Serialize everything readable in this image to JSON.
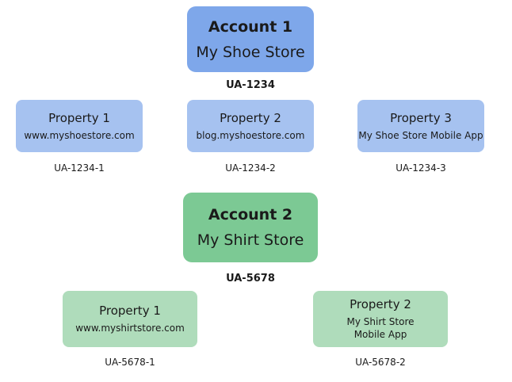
{
  "account1": {
    "title": "Account 1",
    "name": "My Shoe Store",
    "id": "UA-1234",
    "properties": [
      {
        "title": "Property 1",
        "detail": "www.myshoestore.com",
        "id": "UA-1234-1"
      },
      {
        "title": "Property 2",
        "detail": "blog.myshoestore.com",
        "id": "UA-1234-2"
      },
      {
        "title": "Property 3",
        "detail": "My Shoe Store Mobile App",
        "id": "UA-1234-3"
      }
    ]
  },
  "account2": {
    "title": "Account 2",
    "name": "My Shirt Store",
    "id": "UA-5678",
    "properties": [
      {
        "title": "Property 1",
        "detail": "www.myshirtstore.com",
        "id": "UA-5678-1"
      },
      {
        "title": "Property 2",
        "detail": "My Shirt Store\nMobile App",
        "id": "UA-5678-2"
      }
    ]
  },
  "colors": {
    "account1_fill": "#7ea7ea",
    "account1_property_fill": "#a6c2f0",
    "account2_fill": "#7cc994",
    "account2_property_fill": "#afdcbb"
  }
}
